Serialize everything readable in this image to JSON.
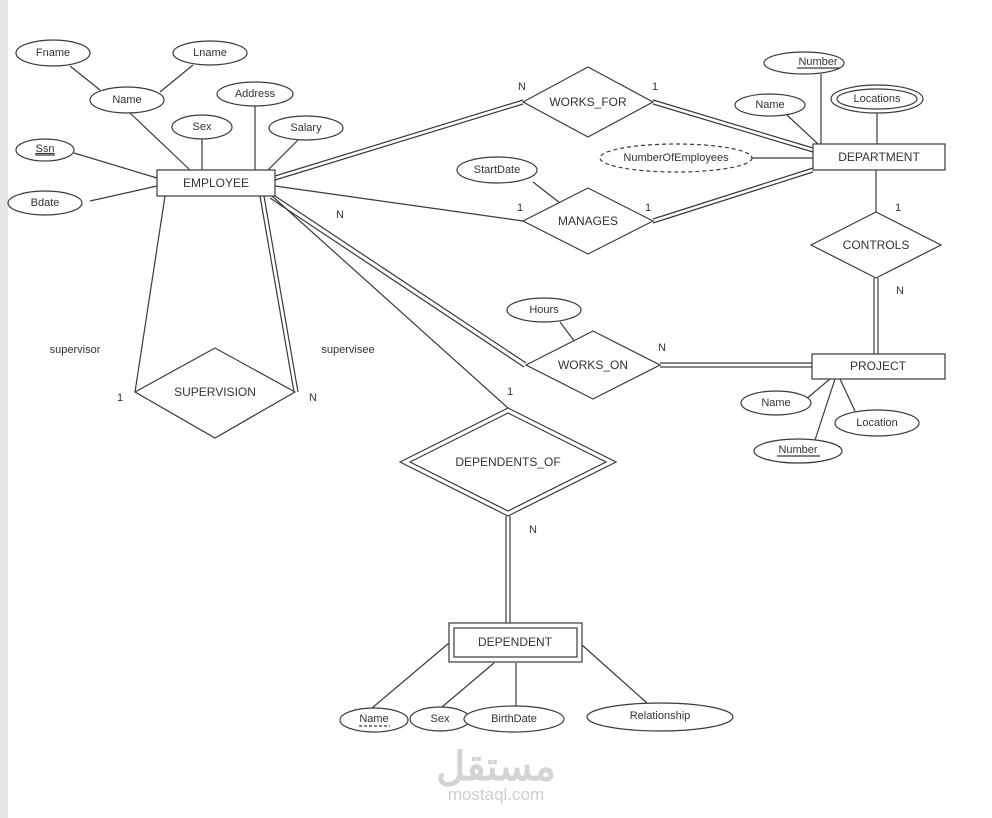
{
  "entities": {
    "employee": "EMPLOYEE",
    "department": "DEPARTMENT",
    "project": "PROJECT",
    "dependent": "DEPENDENT"
  },
  "relationships": {
    "works_for": "WORKS_FOR",
    "manages": "MANAGES",
    "works_on": "WORKS_ON",
    "controls": "CONTROLS",
    "supervision": "SUPERVISION",
    "dependents_of": "DEPENDENTS_OF"
  },
  "attributes": {
    "employee": {
      "fname": "Fname",
      "lname": "Lname",
      "name": "Name",
      "address": "Address",
      "sex": "Sex",
      "salary": "Salary",
      "ssn": "Ssn",
      "bdate": "Bdate"
    },
    "department": {
      "number": "Number",
      "name": "Name",
      "locations": "Locations",
      "num_employees": "NumberOfEmployees"
    },
    "manages": {
      "start_date": "StartDate"
    },
    "works_on": {
      "hours": "Hours"
    },
    "project": {
      "name": "Name",
      "location": "Location",
      "number": "Number"
    },
    "dependent": {
      "name": "Name",
      "sex": "Sex",
      "birth_date": "BirthDate",
      "relationship": "Relationship"
    }
  },
  "roles": {
    "supervisor": "supervisor",
    "supervisee": "supervisee"
  },
  "cardinalities": {
    "works_for_emp": "N",
    "works_for_dept": "1",
    "manages_emp": "1",
    "manages_dept": "1",
    "works_on_emp": "N",
    "works_on_proj": "N",
    "controls_dept": "1",
    "controls_proj": "N",
    "supervision_supervisor": "1",
    "supervision_supervisee": "N",
    "dependents_of_emp": "1",
    "dependents_of_dep": "N"
  },
  "watermark": {
    "arabic": "مستقل",
    "latin": "mostaql.com"
  }
}
